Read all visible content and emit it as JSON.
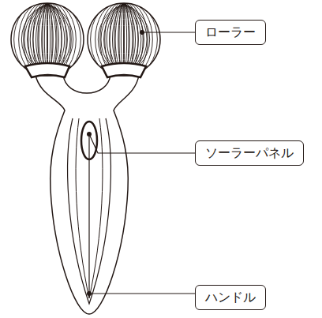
{
  "diagram": {
    "nodes": [
      {
        "text": [
          "ローラー"
        ]
      },
      {
        "text": [
          "ソーラーパネル"
        ]
      },
      {
        "text": [
          "ハンドル"
        ]
      }
    ]
  }
}
